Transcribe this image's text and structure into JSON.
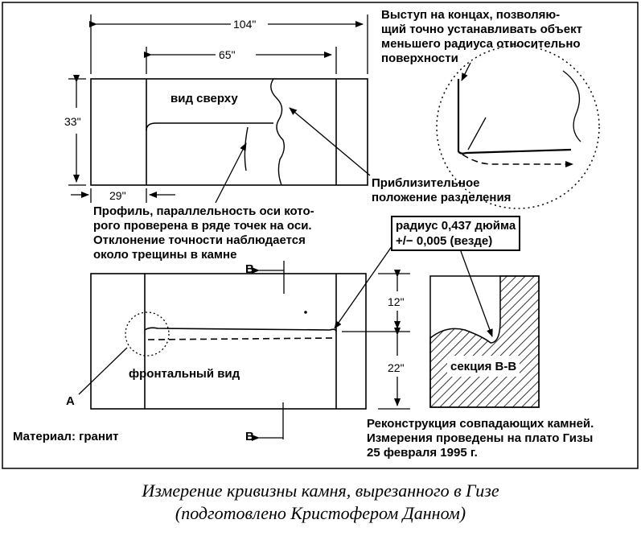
{
  "dimensions": {
    "width_total": "104\"",
    "width_inner": "65\"",
    "height_top": "33\"",
    "left_offset": "29\"",
    "front_upper": "12\"",
    "front_lower": "22\""
  },
  "views": {
    "top_view": "вид сверху",
    "front_view": "фронтальный вид",
    "section": "секция В-В"
  },
  "notes": {
    "protrusion": [
      "Выступ на концах, позволяю-",
      "щий точно устанавливать объект",
      "меньшего радиуса относительно",
      "поверхности"
    ],
    "separation": [
      "Приблизительное",
      "положение разделения"
    ],
    "profile": [
      "Профиль, параллельность оси кото-",
      "рого проверена в ряде точек на оси.",
      "Отклонение точности наблюдается",
      "около трещины в камне"
    ],
    "radius": [
      "радиус 0,437 дюйма",
      "+/− 0,005 (везде)"
    ],
    "reconstruction": [
      "Реконструкция совпадающих камней.",
      "Измерения проведены на плато Гизы",
      "25 февраля 1995 г."
    ],
    "material": "Материал: гранит"
  },
  "markers": {
    "b_top": "B",
    "b_bottom": "B",
    "a": "A"
  },
  "caption": [
    "Измерение кривизны камня, вырезанного в Гизе",
    "(подготовлено Кристофером Данном)"
  ]
}
